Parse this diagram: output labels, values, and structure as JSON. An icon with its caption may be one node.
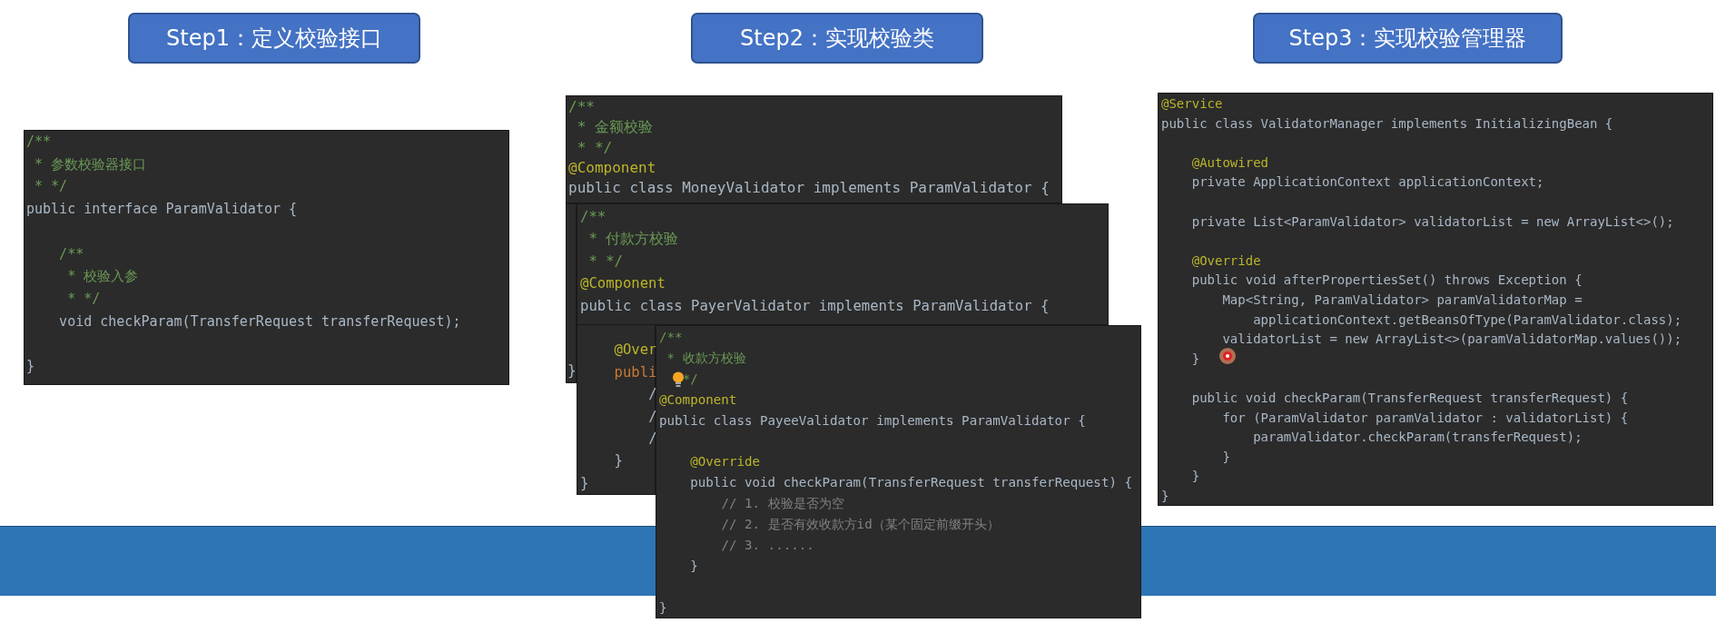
{
  "diagram": {
    "nodes": [
      {
        "text": [
          "Step1：定义校验接口"
        ]
      },
      {
        "text": [
          "Step2：实现校验类"
        ]
      },
      {
        "text": [
          "Step3：实现校验管理器"
        ]
      },
      {
        "text": [
          "/**",
          "* 参数校验器接口",
          "* */",
          "public interface ParamValidator {",
          "/**",
          "* 校验入参",
          "* */",
          "void checkParam(TransferRequest transferRequest);",
          "}"
        ]
      },
      {
        "text": [
          "/**",
          "* 金额校验",
          "* */",
          "@Component",
          "public class MoneyValidator implements ParamValidator {"
        ]
      },
      {
        "text": [
          "}"
        ]
      },
      {
        "text": [
          "/**",
          "* 付款方校验",
          "* */",
          "@Component",
          "public class PayerValidator implements ParamValidator {",
          "@Over",
          "publi",
          "/",
          "/",
          "/",
          "}",
          "}"
        ]
      },
      {
        "text": [
          "/**",
          "* 收款方校验",
          "*/",
          "@Component",
          "public class PayeeValidator implements ParamValidator {",
          "@Override",
          "public void checkParam(TransferRequest transferRequest) {",
          "// 1. 校验是否为空",
          "// 2. 是否有效收款方id（某个固定前缀开头）",
          "// 3. ......",
          "}",
          "}"
        ]
      },
      {
        "text": [
          "@Service",
          "public class ValidatorManager implements InitializingBean {",
          "@Autowired",
          "private ApplicationContext applicationContext;",
          "private List<ParamValidator> validatorList = new ArrayList<>();",
          "@Override",
          "public void afterPropertiesSet() throws Exception {",
          "Map<String, ParamValidator> paramValidatorMap =",
          "applicationContext.getBeansOfType(ParamValidator.class);",
          "validatorList = new ArrayList<>(paramValidatorMap.values());",
          "}",
          "public void checkParam(TransferRequest transferRequest) {",
          "for (ParamValidator paramValidator : validatorList) {",
          "paramValidator.checkParam(transferRequest);",
          "}",
          "}",
          "}"
        ]
      }
    ]
  }
}
